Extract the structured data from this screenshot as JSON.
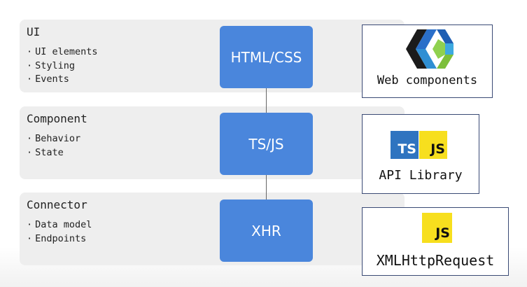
{
  "layers": [
    {
      "title": "UI",
      "items": [
        "UI elements",
        "Styling",
        "Events"
      ],
      "tech": "HTML/CSS"
    },
    {
      "title": "Component",
      "items": [
        "Behavior",
        "State"
      ],
      "tech": "TS/JS"
    },
    {
      "title": "Connector",
      "items": [
        "Data model",
        "Endpoints"
      ],
      "tech": "XHR"
    }
  ],
  "cards": [
    {
      "label": "Web components",
      "logo": "webcomponents-logo-icon"
    },
    {
      "label": "API Library",
      "badges": [
        "TS",
        "JS"
      ]
    },
    {
      "label": "XMLHttpRequest",
      "badges": [
        "JS"
      ]
    }
  ],
  "colors": {
    "tech_box": "#4a86dc",
    "layer_bg": "#eeeeee",
    "ts_badge": "#2f74c0",
    "js_badge": "#f7df1e",
    "card_border": "#3a4a75"
  }
}
